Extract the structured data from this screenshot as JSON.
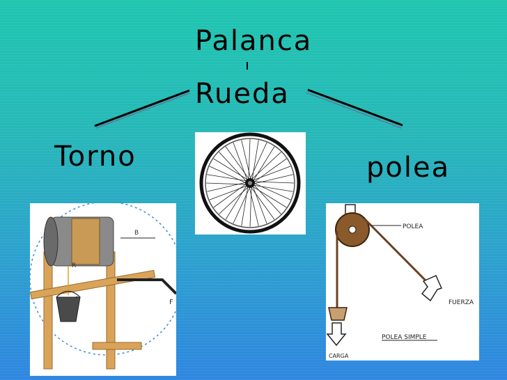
{
  "words": {
    "palanca": "Palanca",
    "rueda": "Rueda",
    "torno": "Torno",
    "polea": "polea"
  },
  "polea_figure": {
    "label_polea": "POLEA",
    "label_fuerza": "FUERZA",
    "label_simple": "POLEA  SIMPLE",
    "label_carga": "CARGA"
  },
  "torno_figure": {
    "label_r": "R",
    "label_f": "F",
    "label_bf": "B",
    "label_br": "B"
  },
  "colors": {
    "bg_top": "#1fc6b0",
    "bg_bottom": "#2f86e0",
    "text": "#000000"
  }
}
